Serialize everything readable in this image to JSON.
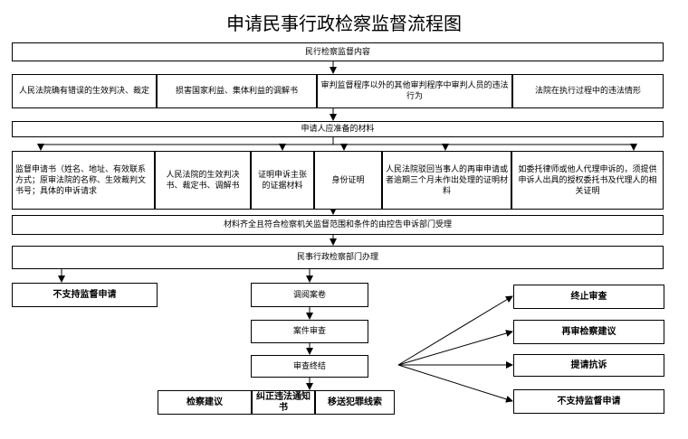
{
  "title": "申请民事行政检察监督流程图",
  "row1": "民行检察监督内容",
  "content_items": [
    "人民法院确有错误的生效判决、裁定",
    "损害国家利益、集体利益的调解书",
    "审判监督程序以外的其他审判程序中审判人员的违法行为",
    "法院在执行过程中的违法情形"
  ],
  "row3": "申请人应准备的材料",
  "materials": [
    "监督申请书（姓名、地址、有效联系方式；原审法院的名称、生效裁判文书号；具体的申诉请求",
    "人民法院的生效判决书、裁定书、调解书",
    "证明申诉主张的证据材料",
    "身份证明",
    "人民法院驳回当事人的再审申请或者逾期三个月未作出处理的证明材料",
    "如委托律师或他人代理申诉的，须提供申诉人出具的授权委托书及代理人的相关证明"
  ],
  "row5": "材料齐全且符合检察机关监督范围和条件的由控告申诉部门受理",
  "row6": "民事行政检察部门办理",
  "not_supported_left": "不支持监督申请",
  "steps": [
    "调阅案卷",
    "案件审查",
    "审查终结"
  ],
  "bottom": [
    "检察建议",
    "纠正违法通知书",
    "移送犯罪线索"
  ],
  "outcomes": [
    "终止审查",
    "再审检察建议",
    "提请抗诉",
    "不支持监督申请"
  ]
}
